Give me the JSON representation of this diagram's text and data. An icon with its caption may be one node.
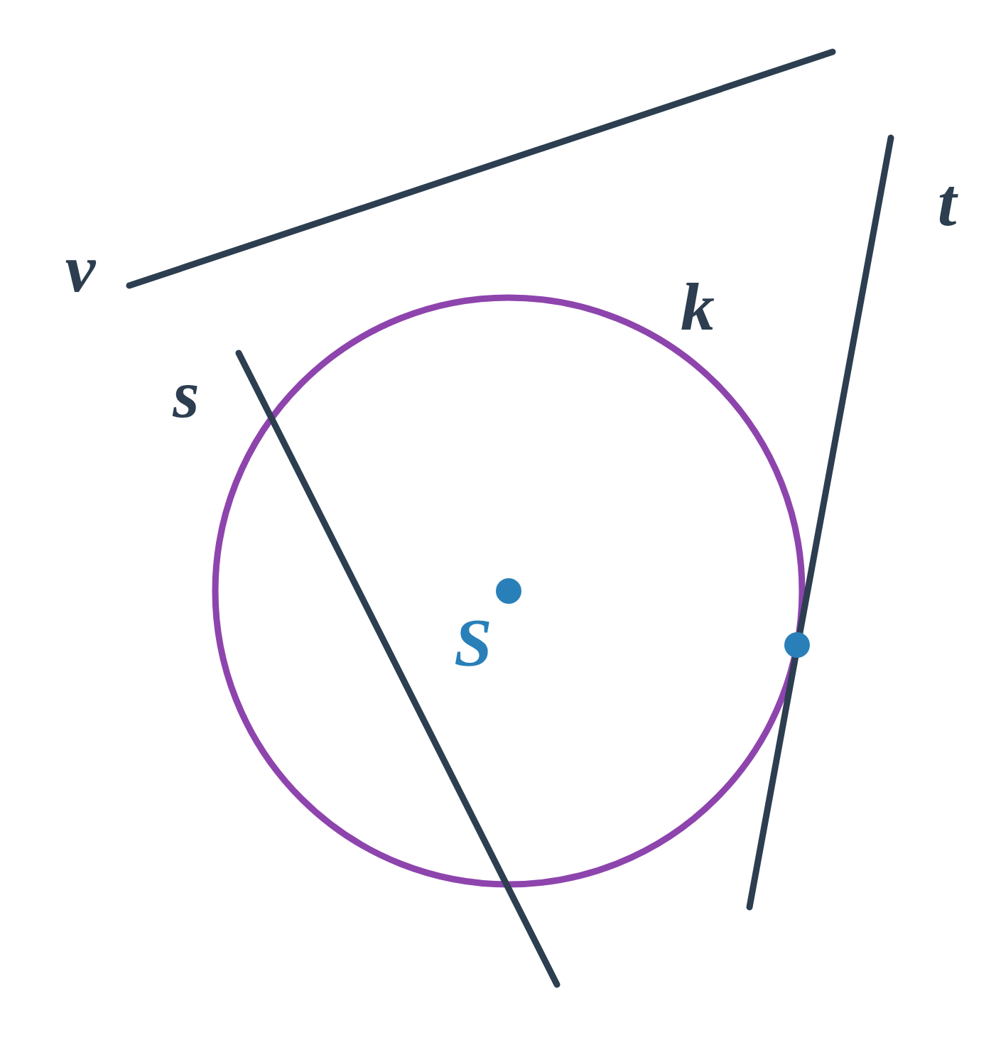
{
  "diagram": {
    "labels": [
      "t",
      "v",
      "k",
      "s",
      "S"
    ]
  }
}
